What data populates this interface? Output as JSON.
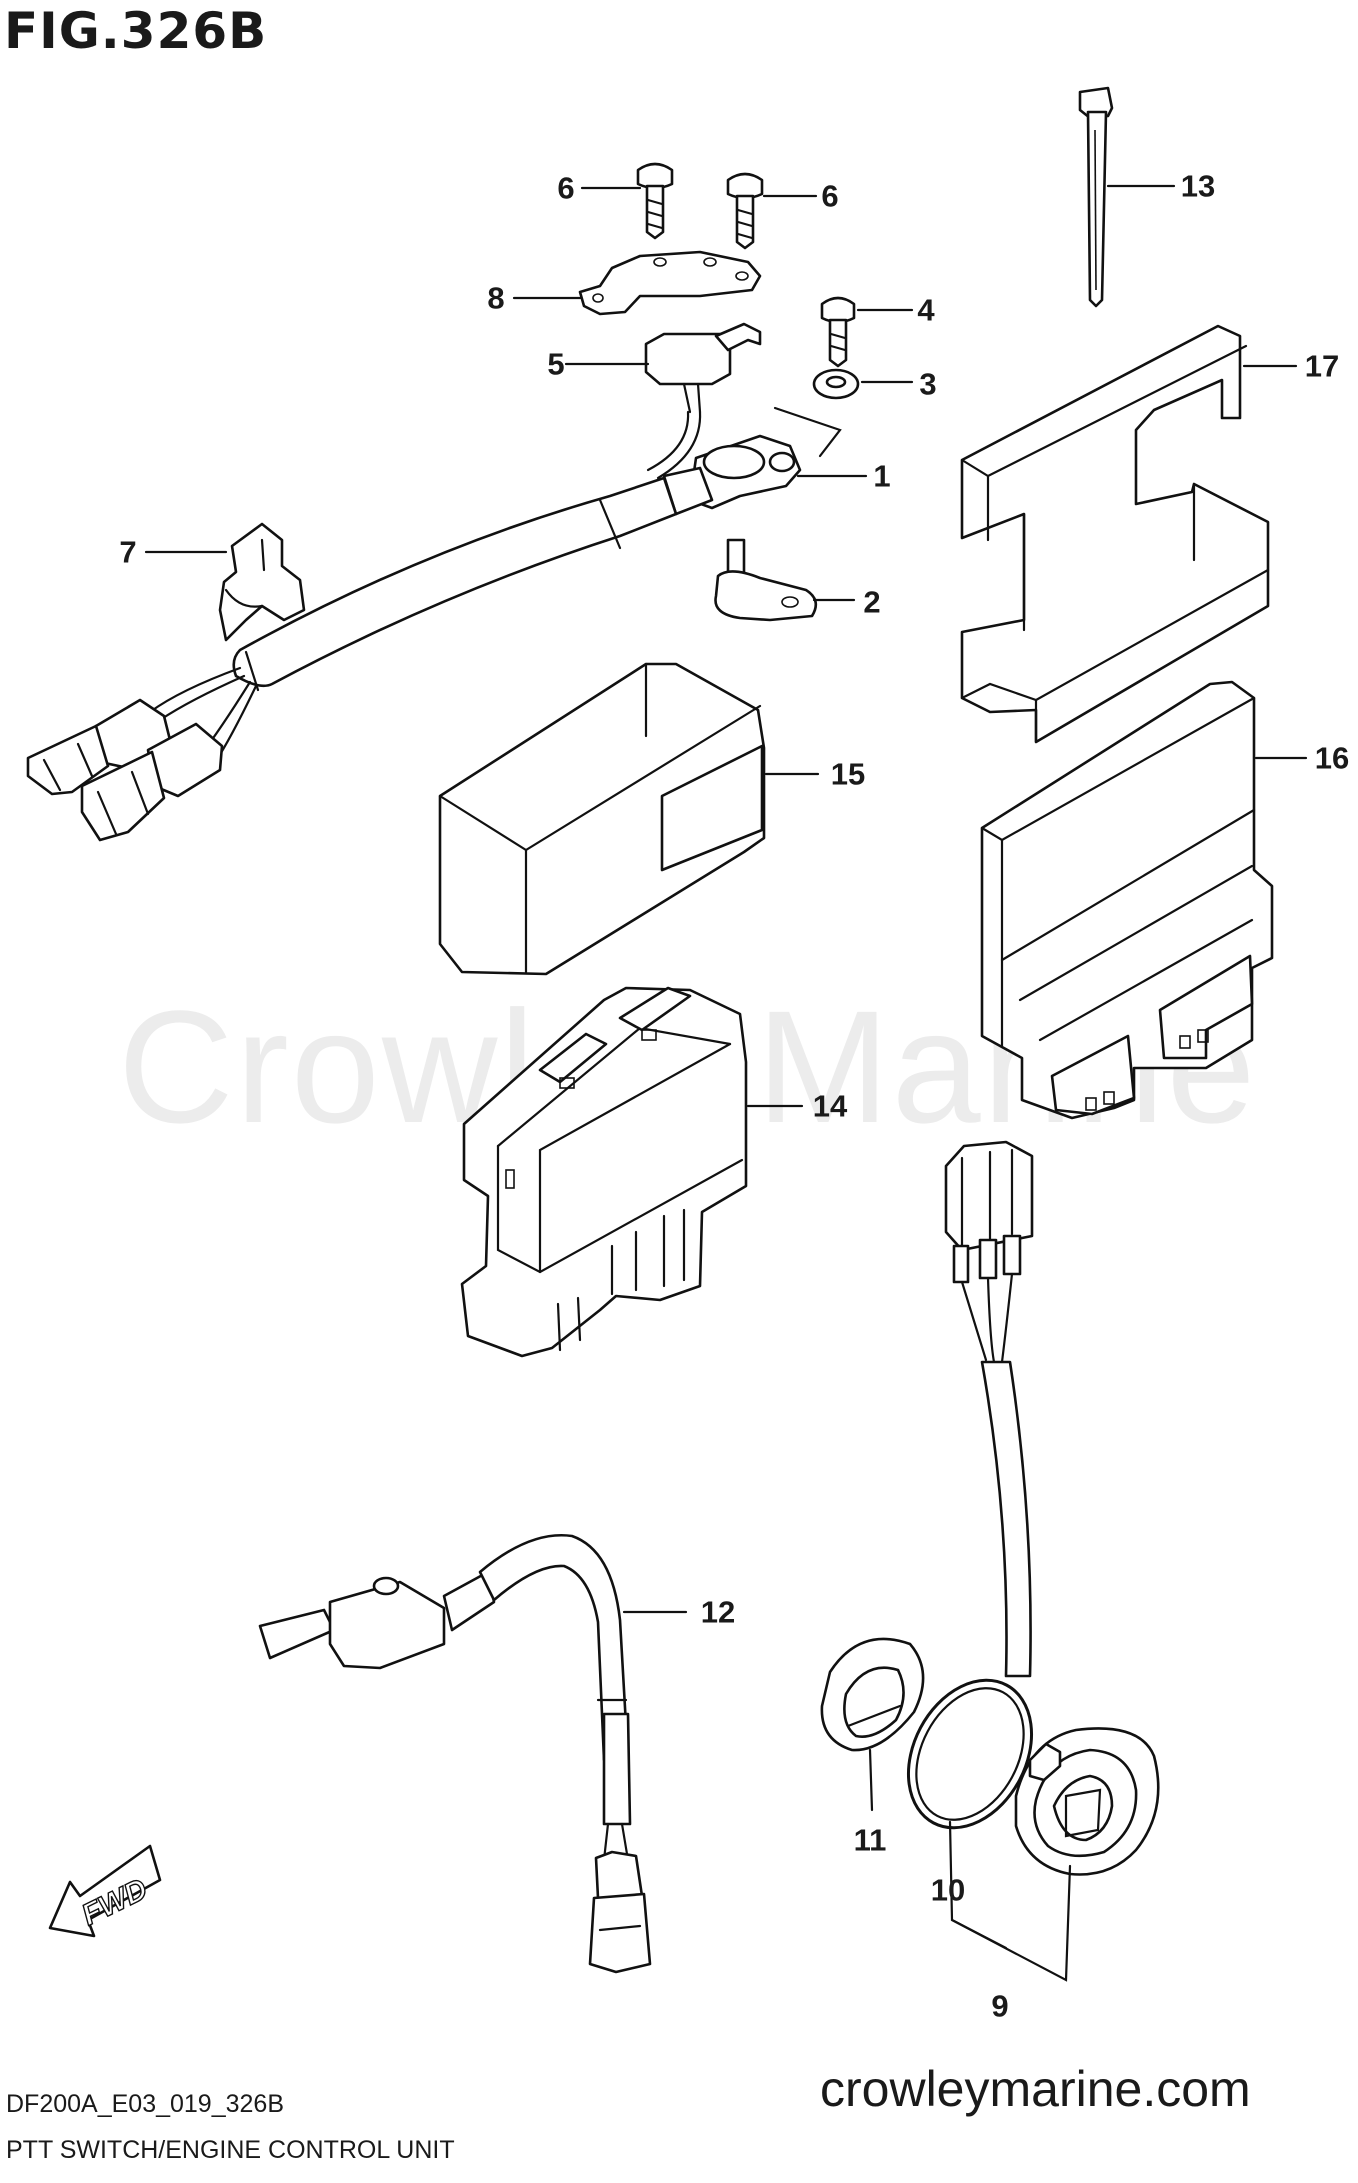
{
  "figure": {
    "title": "FIG.326B",
    "watermark": "Crowley Marine",
    "website": "crowleymarine.com",
    "model_code": "DF200A_E03_019_326B",
    "caption": "PTT SWITCH/ENGINE CONTROL UNIT",
    "direction_label": "FWD"
  },
  "callouts": {
    "c1": "1",
    "c2": "2",
    "c3": "3",
    "c4": "4",
    "c5": "5",
    "c6a": "6",
    "c6b": "6",
    "c7": "7",
    "c8": "8",
    "c9": "9",
    "c10": "10",
    "c11": "11",
    "c12": "12",
    "c13": "13",
    "c14": "14",
    "c15": "15",
    "c16": "16",
    "c17": "17"
  }
}
